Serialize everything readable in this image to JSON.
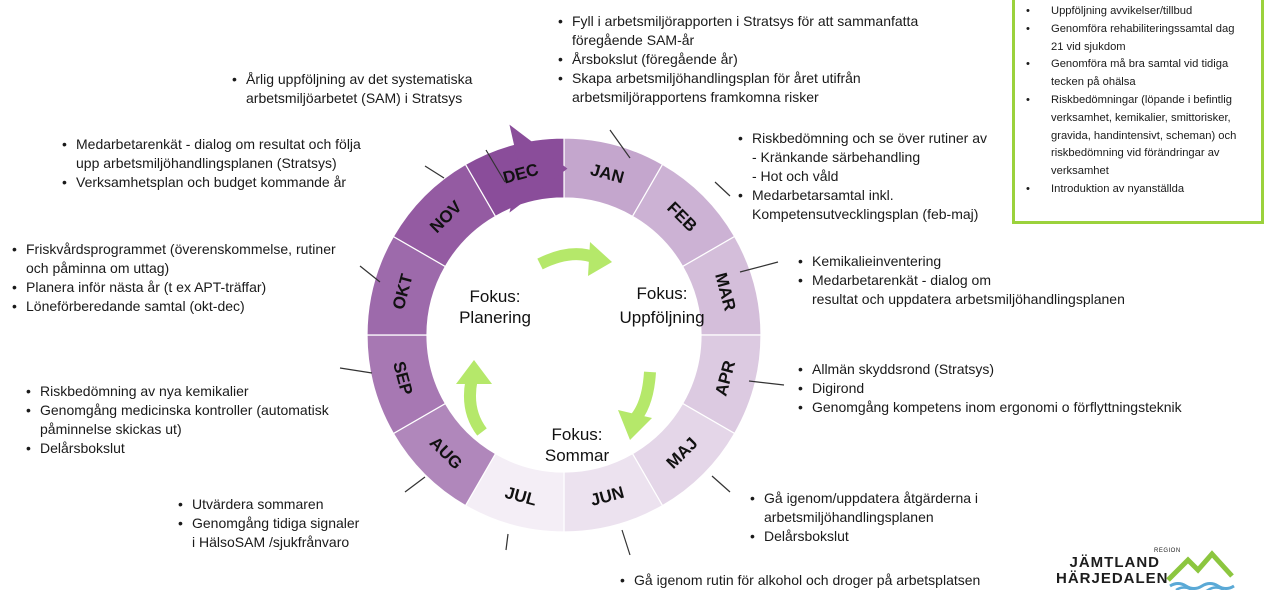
{
  "wheel": {
    "months": [
      "JAN",
      "FEB",
      "MAR",
      "APR",
      "MAJ",
      "JUN",
      "JUL",
      "AUG",
      "SEP",
      "OKT",
      "NOV",
      "DEC"
    ],
    "colors": {
      "dark": "#8a4d9a",
      "light": "#f4eef6",
      "inner_hole": "#ffffff",
      "arrow": "#b5e86a",
      "text": "#111111"
    }
  },
  "focus": {
    "planering": [
      "Fokus:",
      "Planering"
    ],
    "uppfoljning": [
      "Fokus:",
      "Uppföljning"
    ],
    "sommar": [
      "Fokus:",
      "Sommar"
    ]
  },
  "blocks": {
    "top": [
      {
        "text": "Fyll i arbetsmiljörapporten i Stratsys för att sammanfatta",
        "bullet": true
      },
      {
        "text": "föregående SAM-år",
        "bullet": false
      },
      {
        "text": "Årsbokslut (föregående år)",
        "bullet": true
      },
      {
        "text": "Skapa arbetsmiljöhandlingsplan för året utifrån",
        "bullet": true
      },
      {
        "text": "arbetsmiljörapportens framkomna risker",
        "bullet": false
      }
    ],
    "sam": [
      {
        "text": "Årlig uppföljning av det systematiska",
        "bullet": true
      },
      {
        "text": "arbetsmiljöarbetet (SAM) i Stratsys",
        "bullet": false
      }
    ],
    "nov": [
      {
        "text": "Medarbetarenkät - dialog om resultat och följa",
        "bullet": true
      },
      {
        "text": "upp arbetsmiljöhandlingsplanen (Stratsys)",
        "bullet": false
      },
      {
        "text": "Verksamhetsplan och budget kommande år",
        "bullet": true
      }
    ],
    "okt": [
      {
        "text": "Friskvårdsprogrammet (överenskommelse, rutiner",
        "bullet": true
      },
      {
        "text": "och påminna om uttag)",
        "bullet": false
      },
      {
        "text": "Planera inför nästa år (t ex APT-träffar)",
        "bullet": true
      },
      {
        "text": "Löneförberedande samtal (okt-dec)",
        "bullet": true
      }
    ],
    "sep": [
      {
        "text": "Riskbedömning av nya kemikalier",
        "bullet": true
      },
      {
        "text": "Genomgång medicinska kontroller (automatisk",
        "bullet": true
      },
      {
        "text": "påminnelse skickas ut)",
        "bullet": false
      },
      {
        "text": "Delårsbokslut",
        "bullet": true
      }
    ],
    "jul": [
      {
        "text": "Utvärdera sommaren",
        "bullet": true
      },
      {
        "text": "Genomgång tidiga signaler",
        "bullet": true
      },
      {
        "text": "i HälsoSAM /sjukfrånvaro",
        "bullet": false
      }
    ],
    "jun": [
      {
        "text": "Gå igenom rutin för alkohol och droger på arbetsplatsen",
        "bullet": true
      }
    ],
    "maj": [
      {
        "text": "Gå igenom/uppdatera åtgärderna i",
        "bullet": true
      },
      {
        "text": "arbetsmiljöhandlingsplanen",
        "bullet": false
      },
      {
        "text": "Delårsbokslut",
        "bullet": true
      }
    ],
    "apr": [
      {
        "text": "Allmän skyddsrond (Stratsys)",
        "bullet": true
      },
      {
        "text": "Digirond",
        "bullet": true
      },
      {
        "text": "Genomgång kompetens inom ergonomi o förflyttningsteknik",
        "bullet": true
      }
    ],
    "mar": [
      {
        "text": "Kemikalieinventering",
        "bullet": true
      },
      {
        "text": "Medarbetarenkät - dialog om",
        "bullet": true
      },
      {
        "text": "resultat och uppdatera arbetsmiljöhandlingsplanen",
        "bullet": false
      }
    ],
    "feb": [
      {
        "text": "Riskbedömning och se över rutiner av",
        "bullet": true
      },
      {
        "text": "- Kränkande särbehandling",
        "bullet": false
      },
      {
        "text": "- Hot och våld",
        "bullet": false
      },
      {
        "text": "Medarbetarsamtal inkl.",
        "bullet": true
      },
      {
        "text": "Kompetensutvecklingsplan (feb-maj)",
        "bullet": false
      }
    ]
  },
  "green_box": {
    "border_color": "#9bd23c",
    "items": [
      {
        "text": "Uppföljning avvikelser/tillbud",
        "bullet": true
      },
      {
        "text": "Genomföra rehabiliteringssamtal dag",
        "bullet": true
      },
      {
        "text": "21 vid sjukdom",
        "bullet": false
      },
      {
        "text": "Genomföra må bra samtal vid tidiga",
        "bullet": true
      },
      {
        "text": "tecken på ohälsa",
        "bullet": false
      },
      {
        "text": "Riskbedömningar (löpande i befintlig",
        "bullet": true
      },
      {
        "text": "verksamhet, kemikalier, smittorisker,",
        "bullet": false
      },
      {
        "text": "gravida, handintensivt, scheman) och",
        "bullet": false
      },
      {
        "text": "riskbedömning vid förändringar av",
        "bullet": false
      },
      {
        "text": "verksamhet",
        "bullet": false
      },
      {
        "text": "Introduktion av nyanställda",
        "bullet": true
      }
    ]
  },
  "logo": {
    "small": "REGION",
    "line1": "JÄMTLAND",
    "line2": "HÄRJEDALEN",
    "icon": "mountain-icon",
    "colors": {
      "green": "#8cc63f",
      "blue": "#5aa9d6"
    }
  }
}
